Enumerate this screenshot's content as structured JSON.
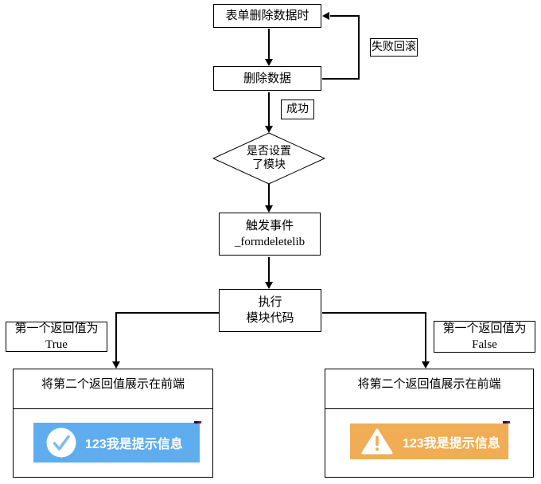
{
  "flowchart": {
    "start_node": {
      "label": "表单删除数据时"
    },
    "delete_node": {
      "label": "删除数据"
    },
    "rollback_label": {
      "label": "失败回滚"
    },
    "success_label": {
      "label": "成功"
    },
    "decision_node": {
      "line1": "是否设置",
      "line2": "了模块"
    },
    "trigger_node": {
      "line1": "触发事件",
      "line2": "_formdeletelib"
    },
    "execute_node": {
      "line1": "执行",
      "line2": "模块代码"
    },
    "true_branch_label": {
      "line1": "第一个返回值为",
      "line2": "True"
    },
    "false_branch_label": {
      "line1": "第一个返回值为",
      "line2": "False"
    },
    "result_true": {
      "caption": "将第二个返回值展示在前端",
      "toast": {
        "text": "123我是提示信息",
        "icon": "check-circle-icon",
        "bg": "#5fadef",
        "icon_accent": "#7cbdf0"
      }
    },
    "result_false": {
      "caption": "将第二个返回值展示在前端",
      "toast": {
        "text": "123我是提示信息",
        "icon": "warning-triangle-icon",
        "bg": "#f0ad55",
        "icon_accent": "#f0ad55"
      }
    },
    "colors": {
      "line": "#000000",
      "node_fill": "#ffffff"
    }
  }
}
